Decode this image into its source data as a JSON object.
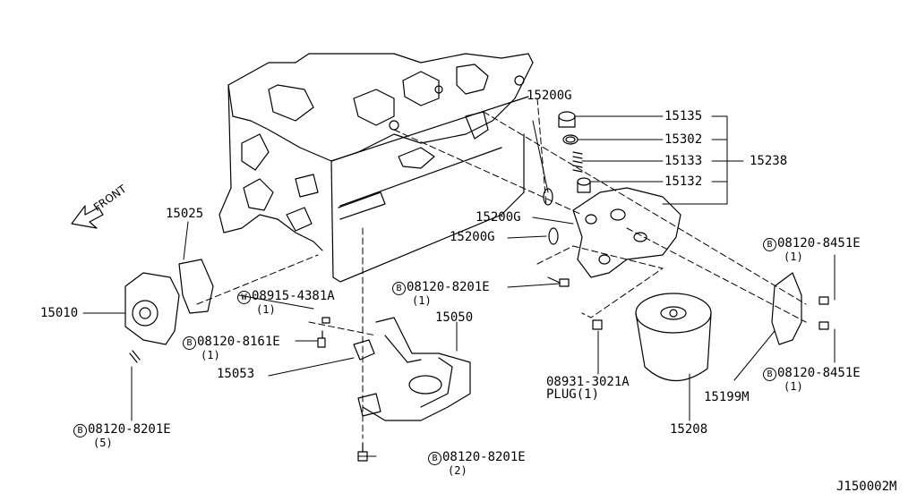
{
  "diagram_id": "J150002M",
  "front_label": "FRONT",
  "callouts": {
    "p15200G_top": "15200G",
    "p15135": "15135",
    "p15302": "15302",
    "p15133": "15133",
    "p15238": "15238",
    "p15132": "15132",
    "p15200G_mid": "15200G",
    "p15200G_low": "15200G",
    "p15025": "15025",
    "p15010": "15010",
    "p15050": "15050",
    "p15053": "15053",
    "p15208": "15208",
    "p15199M": "15199M"
  },
  "bolts": {
    "b_8451_top": {
      "prefix": "B",
      "code": "08120-8451E",
      "qty": "(1)"
    },
    "b_8451_bot": {
      "prefix": "B",
      "code": "08120-8451E",
      "qty": "(1)"
    },
    "b_8201_mid": {
      "prefix": "B",
      "code": "08120-8201E",
      "qty": "(1)"
    },
    "w_08915": {
      "prefix": "W",
      "code": "08915-4381A",
      "qty": "(1)"
    },
    "b_8161": {
      "prefix": "B",
      "code": "08120-8161E",
      "qty": "(1)"
    },
    "b_8201_left": {
      "prefix": "B",
      "code": "08120-8201E",
      "qty": "(5)"
    },
    "b_8201_bot": {
      "prefix": "B",
      "code": "08120-8201E",
      "qty": "(2)"
    }
  },
  "plug": {
    "code": "08931-3021A",
    "label": "PLUG(1)"
  }
}
